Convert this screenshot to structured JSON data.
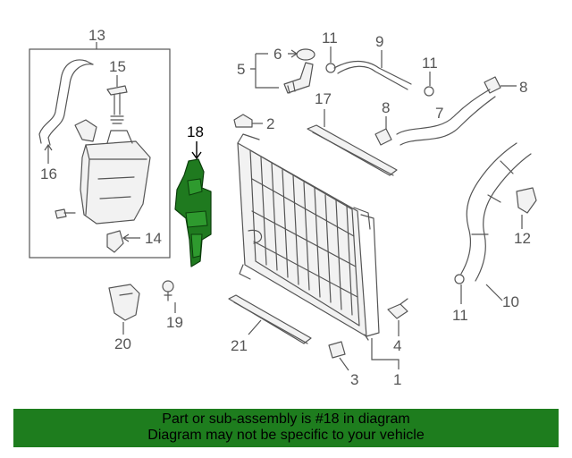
{
  "colors": {
    "highlight": "#1f7a1f",
    "banner": "#1e7d1e",
    "line": "#555555"
  },
  "highlighted_part": "18",
  "callouts": {
    "c1": "1",
    "c2": "2",
    "c3": "3",
    "c4": "4",
    "c5": "5",
    "c6": "6",
    "c7": "7",
    "c8a": "8",
    "c8b": "8",
    "c9": "9",
    "c10": "10",
    "c11a": "11",
    "c11b": "11",
    "c11c": "11",
    "c12": "12",
    "c13": "13",
    "c14": "14",
    "c15": "15",
    "c16": "16",
    "c17": "17",
    "c18": "18",
    "c19": "19",
    "c20": "20",
    "c21": "21"
  },
  "banner": {
    "line1": "Part or sub-assembly is #18 in diagram",
    "line2": "Diagram may not be specific to your vehicle"
  }
}
